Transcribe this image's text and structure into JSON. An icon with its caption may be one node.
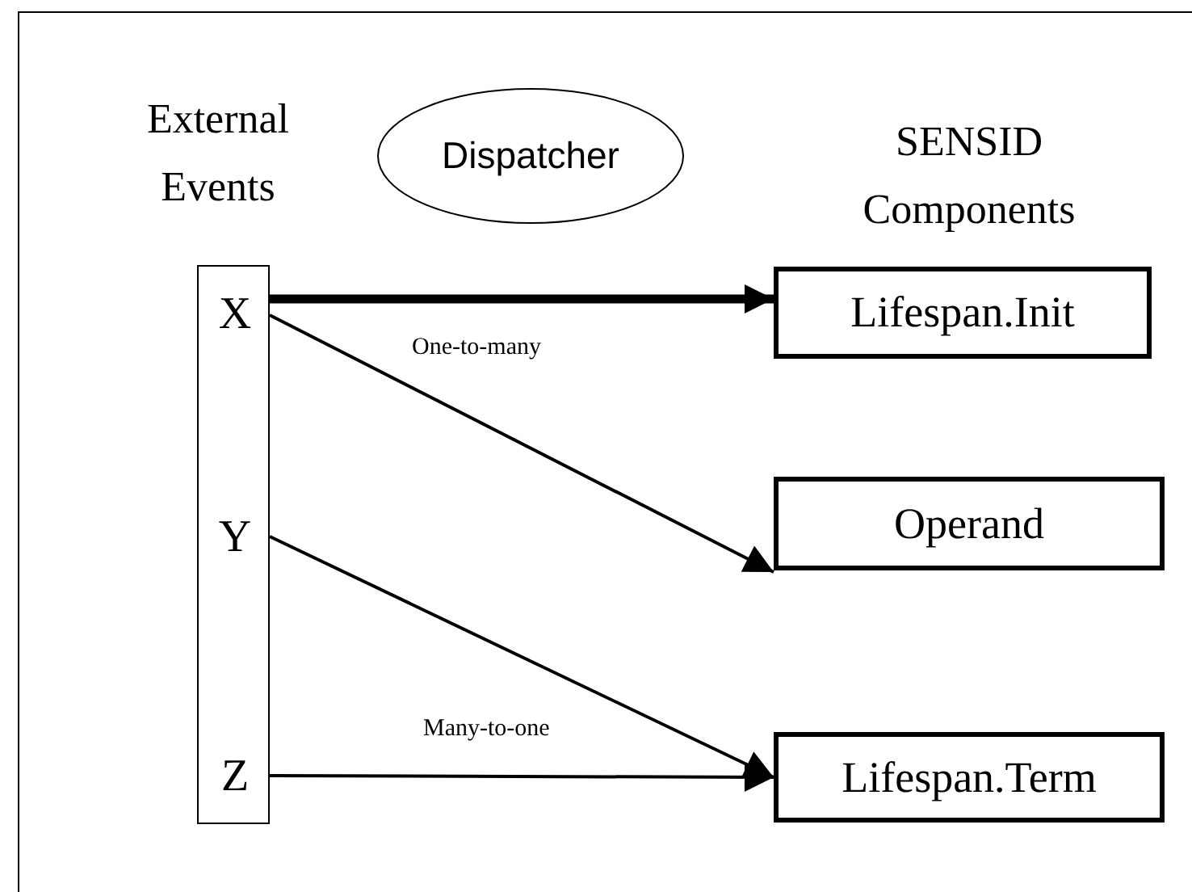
{
  "diagram": {
    "nodes": [
      {
        "text": [
          "External Events"
        ]
      },
      {
        "text": [
          "X"
        ],
        "in": 0
      },
      {
        "text": [
          "Y"
        ],
        "in": 0
      },
      {
        "text": [
          "Z"
        ],
        "in": 0
      },
      {
        "text": [
          "Dispatcher"
        ]
      },
      {
        "text": [
          "Lifespan.Init"
        ]
      },
      {
        "text": [
          "Operand"
        ]
      },
      {
        "text": [
          "Lifespan.Term"
        ]
      }
    ],
    "edges": [
      {
        "from": 1,
        "to": 5,
        "arrow": "to",
        "style": "thick"
      },
      {
        "from": 1,
        "to": 6,
        "arrow": "to"
      },
      {
        "from": 2,
        "to": 7,
        "arrow": "to"
      },
      {
        "from": 3,
        "to": 7,
        "arrow": "to"
      }
    ],
    "labels": [
      "SENSID Components",
      "One-to-many",
      "Many-to-one"
    ]
  }
}
